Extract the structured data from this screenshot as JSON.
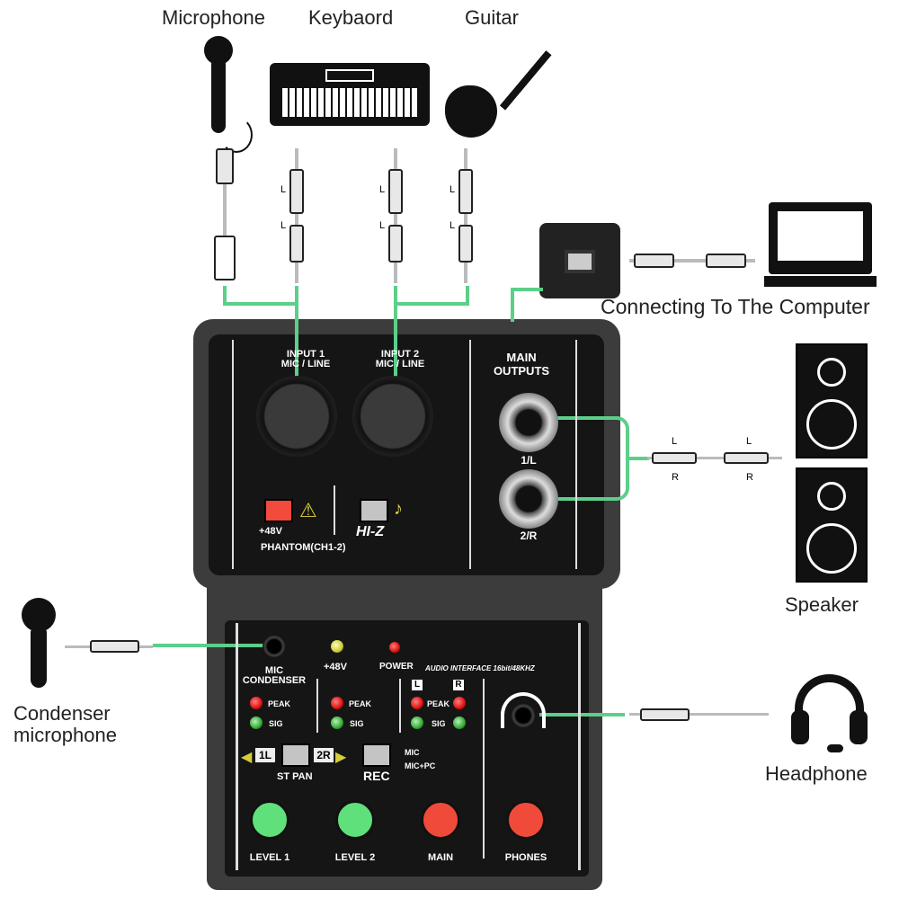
{
  "sources": {
    "microphone": "Microphone",
    "keyboard": "Keybaord",
    "guitar": "Guitar"
  },
  "computer": {
    "label": "Connecting To The Computer"
  },
  "speaker": {
    "label": "Speaker",
    "cable_left": "L",
    "cable_right": "R",
    "cable_left2": "L",
    "cable_right2": "R"
  },
  "headphone": {
    "label": "Headphone"
  },
  "condenser": {
    "label_line1": "Condenser",
    "label_line2": "microphone"
  },
  "cable_marks": {
    "a": "L",
    "b": "L",
    "c": "L",
    "d": "L",
    "e": "L",
    "f": "L"
  },
  "device": {
    "input1": "INPUT 1\nMIC / LINE",
    "input1_a": "INPUT 1",
    "input1_b": "MIC / LINE",
    "input2_a": "INPUT 2",
    "input2_b": "MIC / LINE",
    "main_outputs_a": "MAIN",
    "main_outputs_b": "OUTPUTS",
    "out1": "1/L",
    "out2": "2/R",
    "phantom_v": "+48V",
    "phantom": "PHANTOM(CH1-2)",
    "hiz": "HI-Z",
    "mic_condenser_a": "MIC",
    "mic_condenser_b": "CONDENSER",
    "led_48v": "+48V",
    "power": "POWER",
    "model": "AUDIO INTERFACE 16bit/48KHZ",
    "peak": "PEAK",
    "sig": "SIG",
    "L": "L",
    "R": "R",
    "pan_1l": "1L",
    "pan_2r": "2R",
    "st_pan": "ST PAN",
    "rec": "REC",
    "rec_mic": "MIC",
    "rec_micpc": "MIC+PC",
    "level1": "LEVEL 1",
    "level2": "LEVEL 2",
    "main": "MAIN",
    "phones": "PHONES"
  },
  "colors": {
    "connector": "#5ccf8a",
    "phantom_button": "#f24a3c",
    "knob_green": "#5fe07a",
    "knob_red": "#f04a3a"
  }
}
